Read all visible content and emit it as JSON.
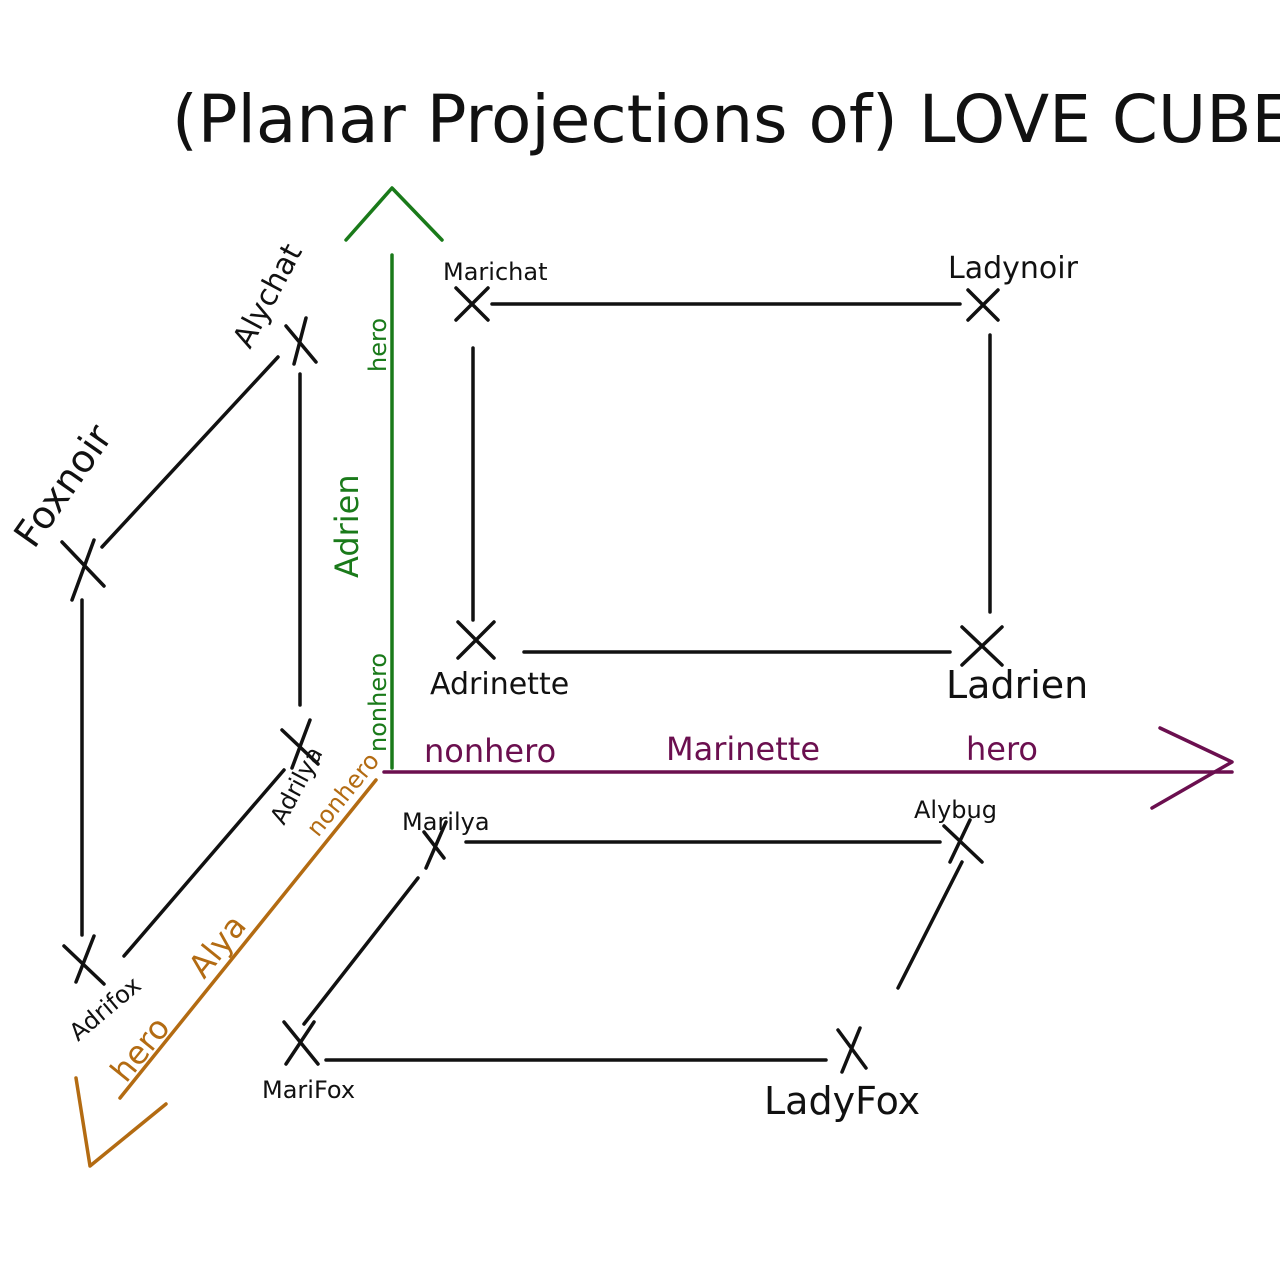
{
  "title": "(Planar Projections of) LOVE CUBE",
  "colors": {
    "ink": "#111111",
    "adrien_axis": "#1a7a1a",
    "marinette_axis": "#6b0f4f",
    "alya_axis": "#b36b12",
    "background": "#ffffff"
  },
  "axes": {
    "adrien": {
      "name": "Adrien",
      "low": "nonhero",
      "high": "hero"
    },
    "marinette": {
      "name": "Marinette",
      "low": "nonhero",
      "high": "hero"
    },
    "alya": {
      "name": "Alya",
      "low": "nonhero",
      "high": "hero"
    }
  },
  "projections": {
    "adrien_marinette": {
      "nodes": [
        "Marichat",
        "Ladynoir",
        "Adrinette",
        "Ladrien"
      ]
    },
    "adrien_alya": {
      "nodes": [
        "Alychat",
        "Foxnoir",
        "Adrilya",
        "Adrifox"
      ]
    },
    "marinette_alya": {
      "nodes": [
        "Marilya",
        "Alybug",
        "MariFox",
        "LadyFox"
      ]
    }
  }
}
